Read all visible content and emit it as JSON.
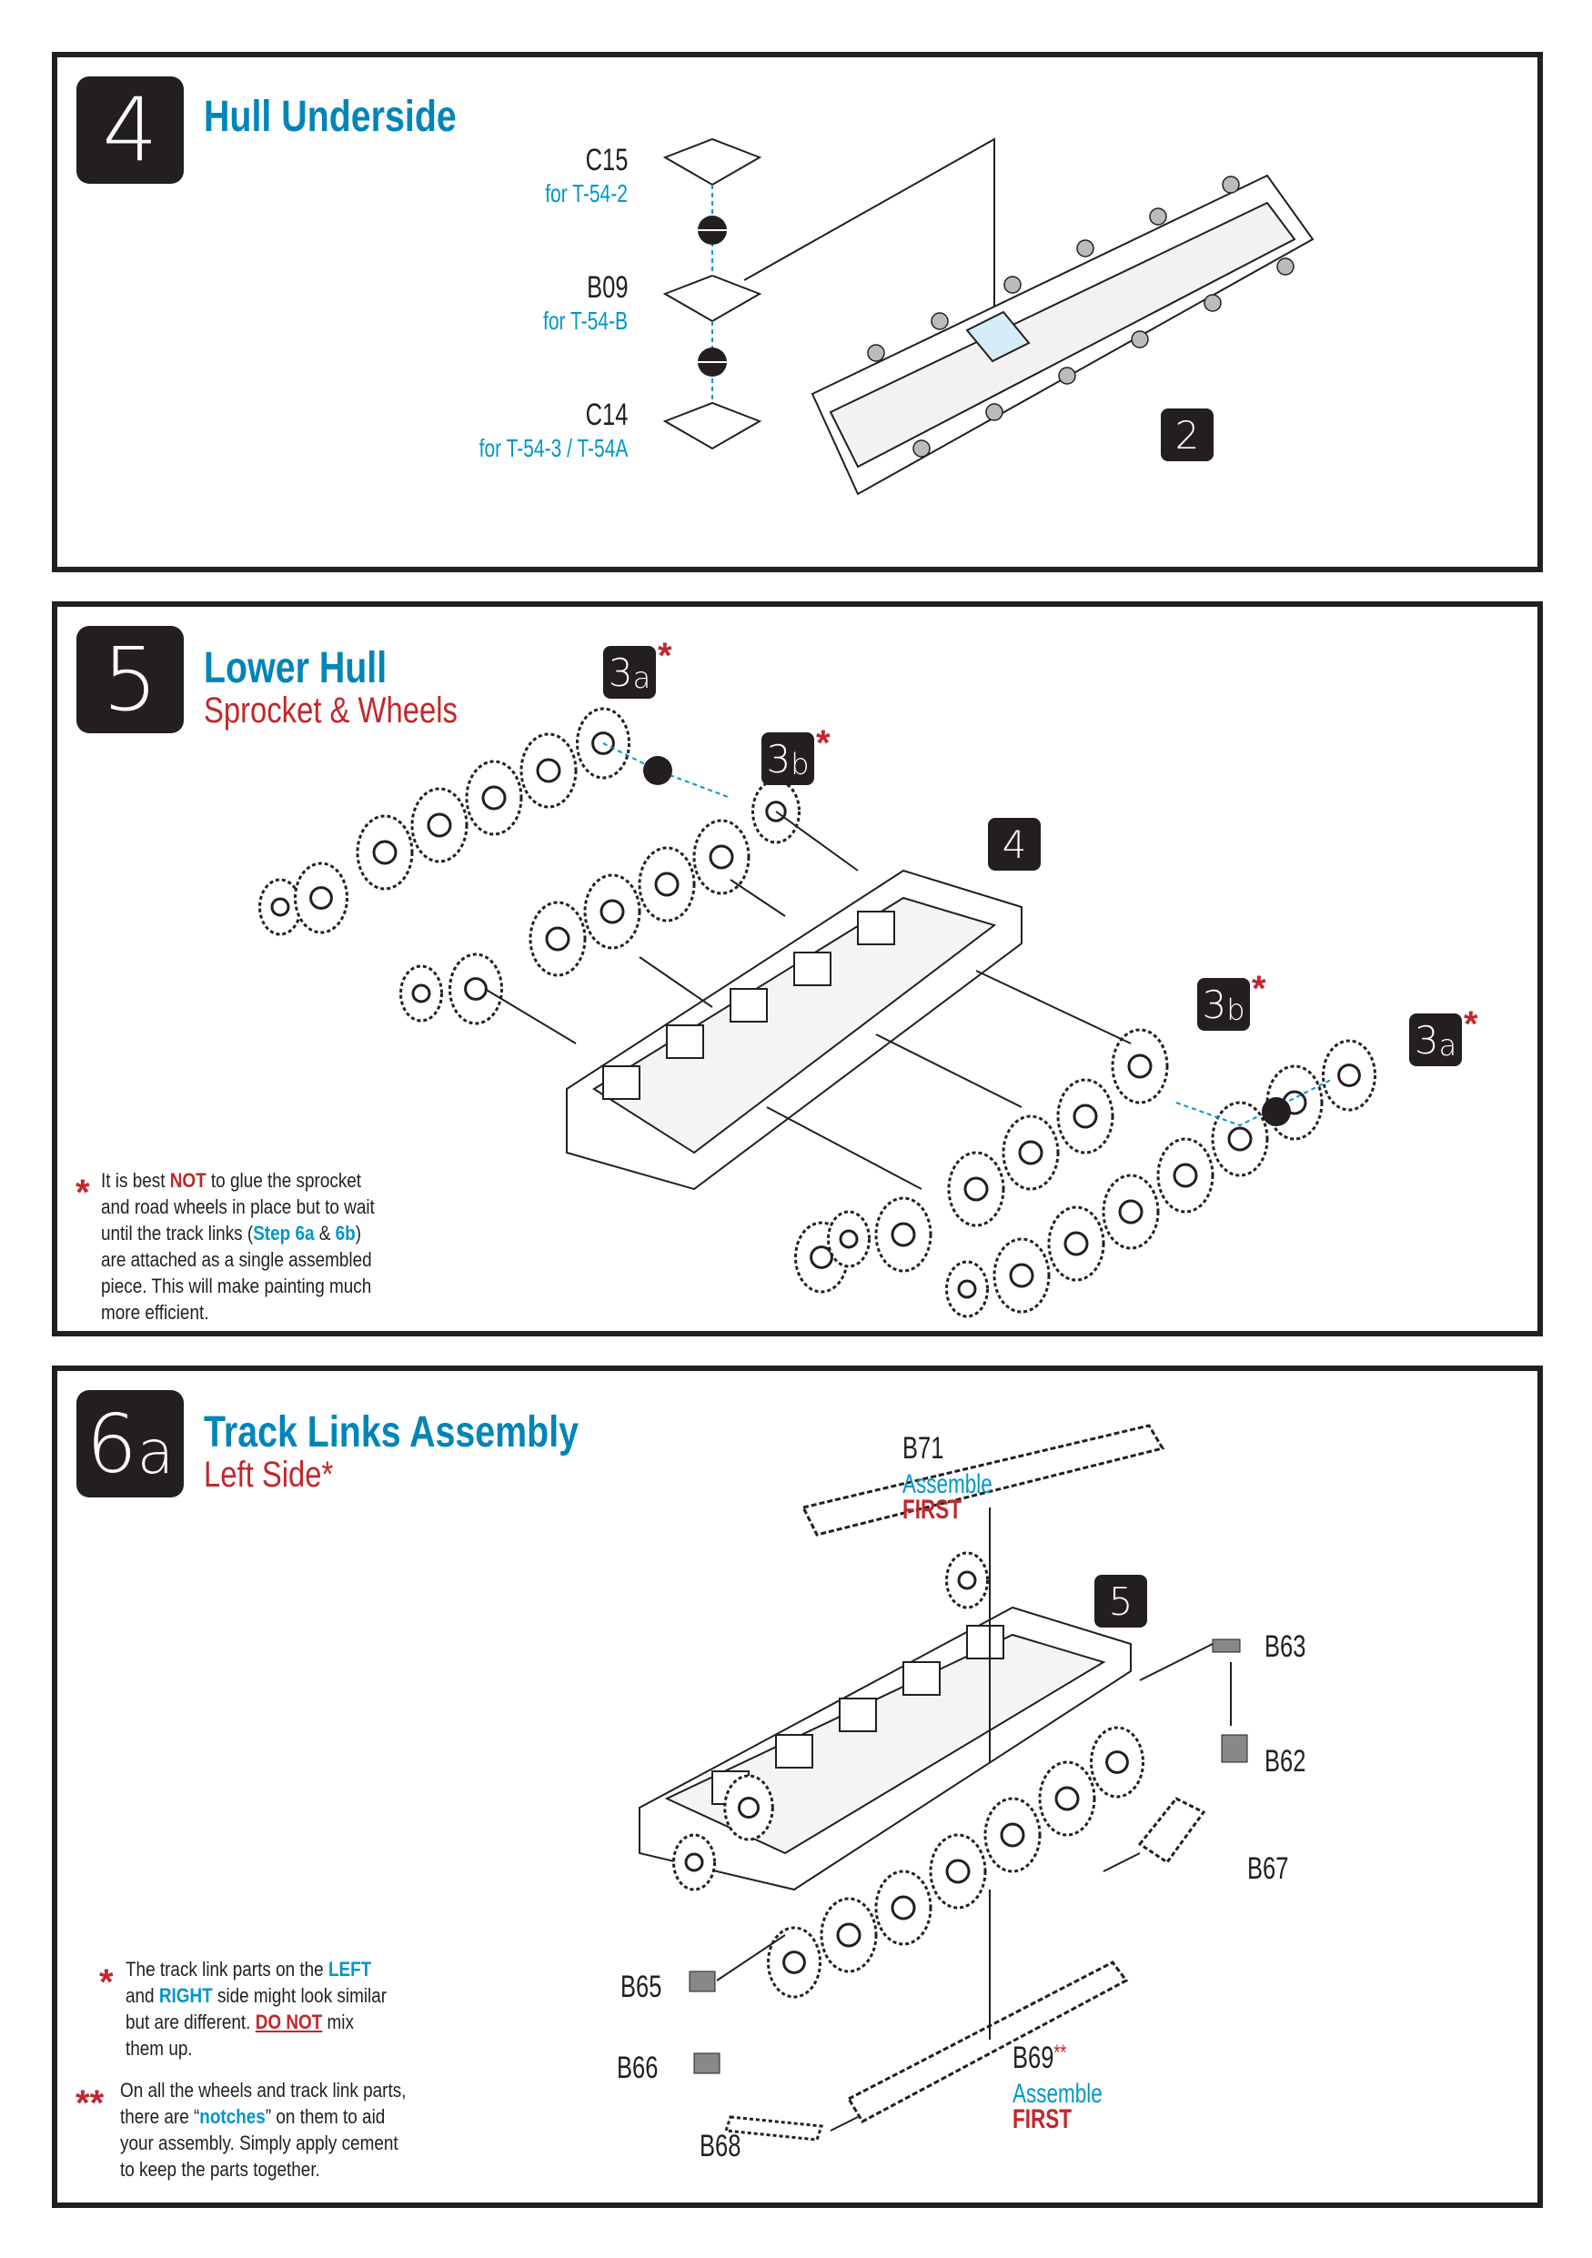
{
  "step4": {
    "number": "4",
    "title": "Hull Underside",
    "parts": [
      {
        "id": "C15",
        "note": "for T-54-2"
      },
      {
        "id": "B09",
        "note": "for T-54-B"
      },
      {
        "id": "C14",
        "note": "for T-54-3 / T-54A"
      }
    ],
    "ref_badge": "2"
  },
  "step5": {
    "number": "5",
    "title": "Lower Hull",
    "subtitle": "Sprocket & Wheels",
    "badges": {
      "a_num": "3",
      "a_sub": "a",
      "b_num": "3",
      "b_sub": "b",
      "hull": "4"
    },
    "asterisk": "*",
    "note": {
      "p1": "It is best ",
      "em1": "NOT",
      "p2": " to glue the sprocket",
      "l2": "and road wheels in place but to wait",
      "l3a": "until the track links (",
      "s6a": "Step 6a",
      "amp": " & ",
      "s6b": "6b",
      "l3b": ")",
      "l4": "are attached as a single assembled",
      "l5": "piece.  This will make painting much",
      "l6": "more efficient."
    }
  },
  "step6a": {
    "number": "6",
    "sub": "a",
    "title": "Track Links Assembly",
    "subtitle": "Left Side*",
    "ref_badge": "5",
    "parts": {
      "b71": "B71",
      "b63": "B63",
      "b62": "B62",
      "b67": "B67",
      "b65": "B65",
      "b66": "B66",
      "b68": "B68",
      "b69": "B69",
      "b69_mark": "**"
    },
    "assemble": "Assemble",
    "first": "FIRST",
    "note1": {
      "mark": "*",
      "p1": "The track link parts on the ",
      "left": "LEFT",
      "l2a": "and ",
      "right": "RIGHT",
      "l2b": " side might look similar",
      "l3a": "but are different.  ",
      "donot": "DO NOT",
      "l3b": " mix",
      "l4": "them up."
    },
    "note2": {
      "mark": "**",
      "l1": "On all the wheels and track link parts,",
      "l2a": "there are “",
      "notches": "notches",
      "l2b": "” on them to aid",
      "l3": "your assembly.  Simply apply cement",
      "l4": "to keep the parts together."
    }
  },
  "colors": {
    "blue": "#0085b8",
    "red": "#c1272d",
    "dark": "#231f20"
  }
}
